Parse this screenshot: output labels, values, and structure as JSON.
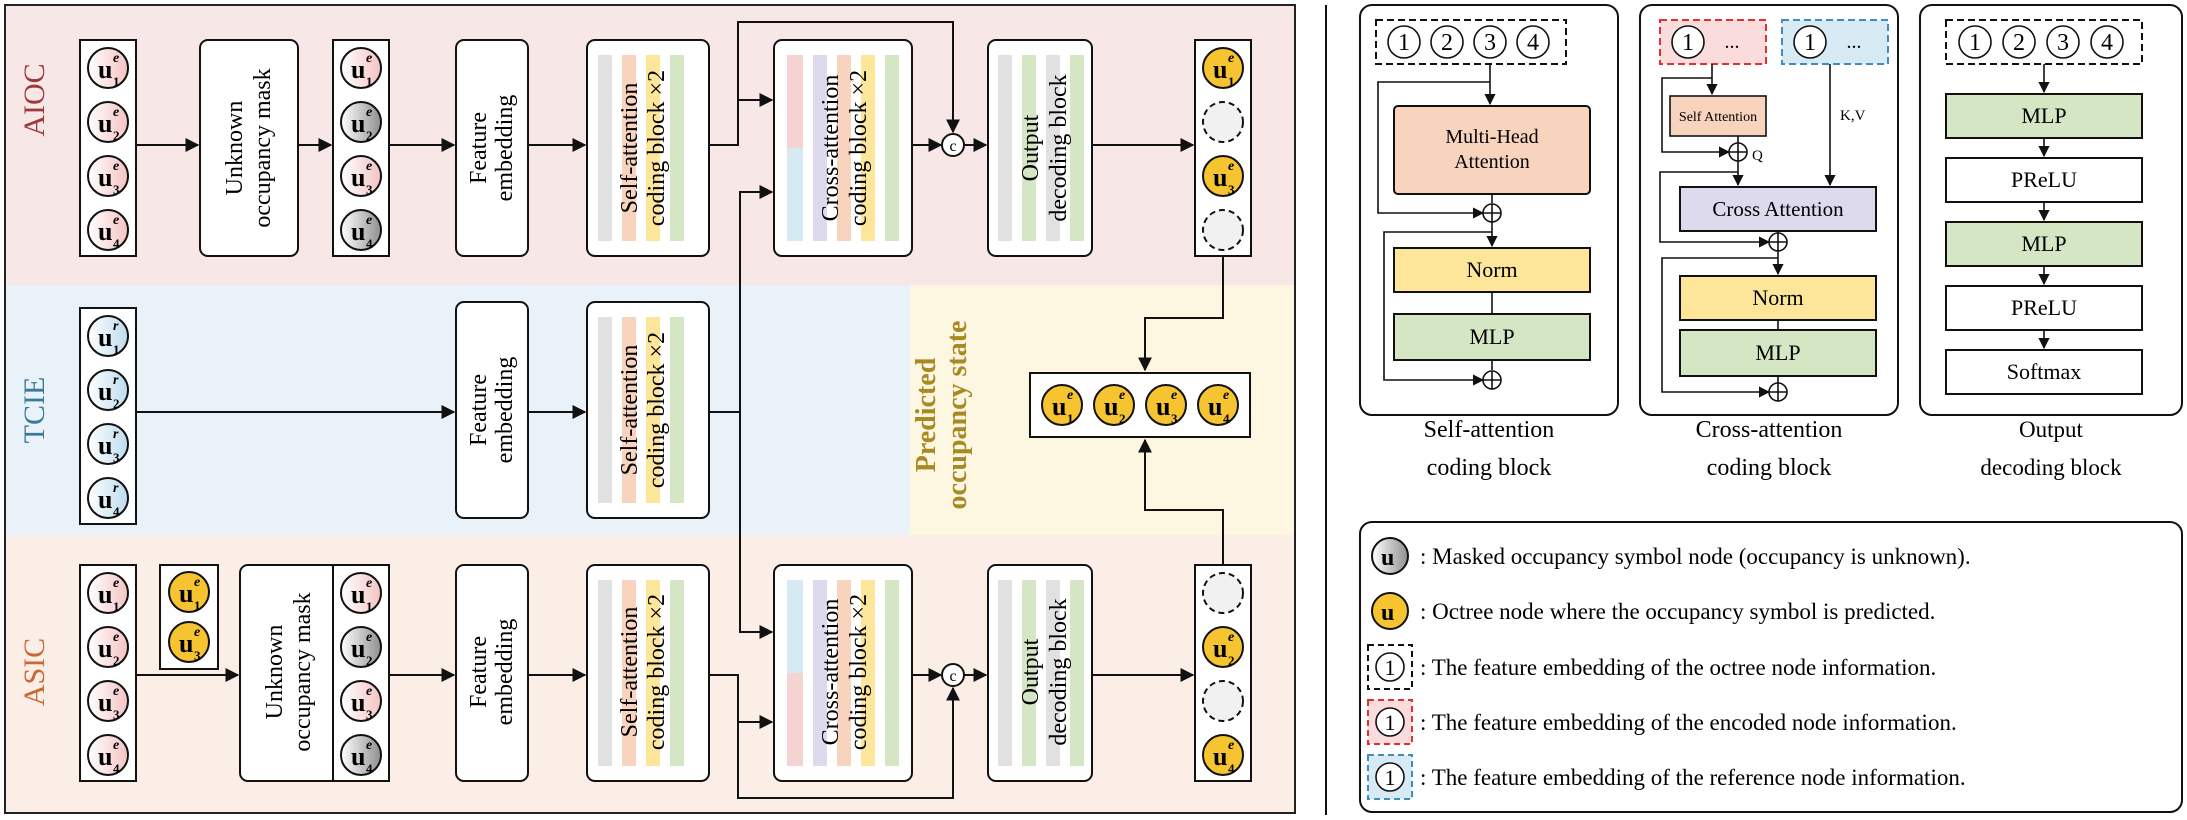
{
  "rows": {
    "aioc": "AIOC",
    "tcie": "TCIE",
    "asic": "ASIC"
  },
  "labels": {
    "unknown_mask": [
      "Unknown",
      "occupancy mask"
    ],
    "feature_embedding": [
      "Feature",
      "embedding"
    ],
    "self_attn": [
      "Self-attention",
      "coding block ×2"
    ],
    "cross_attn": [
      "Cross-attention",
      "coding block ×2"
    ],
    "output_dec": [
      "Output",
      "decoding block"
    ],
    "predicted": [
      "Predicted",
      "occupancy state"
    ],
    "concat": "c"
  },
  "symbols": {
    "u": "u",
    "e": "e",
    "r": "r",
    "i1": "1",
    "i2": "2",
    "i3": "3",
    "i4": "4"
  },
  "detail": {
    "sa": {
      "nums": [
        "1",
        "2",
        "3",
        "4"
      ],
      "mha": [
        "Multi-Head",
        "Attention"
      ],
      "norm": "Norm",
      "mlp": "MLP",
      "title": [
        "Self-attention",
        "coding block"
      ]
    },
    "ca": {
      "n1": "1",
      "dots1": "...",
      "n2": "1",
      "dots2": "...",
      "sa": "Self Attention",
      "q": "Q",
      "kv": "K,V",
      "cross": "Cross Attention",
      "norm": "Norm",
      "mlp": "MLP",
      "title": [
        "Cross-attention",
        "coding block"
      ]
    },
    "od": {
      "nums": [
        "1",
        "2",
        "3",
        "4"
      ],
      "layers": [
        "MLP",
        "PReLU",
        "MLP",
        "PReLU",
        "Softmax"
      ],
      "title": [
        "Output",
        "decoding block"
      ]
    }
  },
  "legend": {
    "masked": ": Masked occupancy symbol node (occupancy is unknown).",
    "predicted": ": Octree node where the occupancy symbol is predicted.",
    "octree_emb": ": The feature embedding of the octree node information.",
    "encoded_emb": ": The feature embedding of the encoded node information.",
    "ref_emb": ": The feature embedding of the reference node information.",
    "one": "1"
  },
  "colors": {
    "aioc_bg": "#f7e7e7",
    "tcie_bg": "#e8f2f8",
    "asic_bg": "#fbeee6",
    "pred_bg": "#fdf6e1",
    "aioc_text": "#9a3a3a",
    "tcie_text": "#3a7a99",
    "asic_text": "#cc6633",
    "pred_text": "#a88a25",
    "yellow_node": "#f5c430",
    "mha_fill": "#f8d3bd",
    "norm_fill": "#fde69a",
    "mlp_fill": "#d5e6c4",
    "cross_fill": "#dddaee",
    "self_fill": "#f8d3bd",
    "red_dash": "#e03030",
    "blue_dash": "#3a8ec0"
  }
}
